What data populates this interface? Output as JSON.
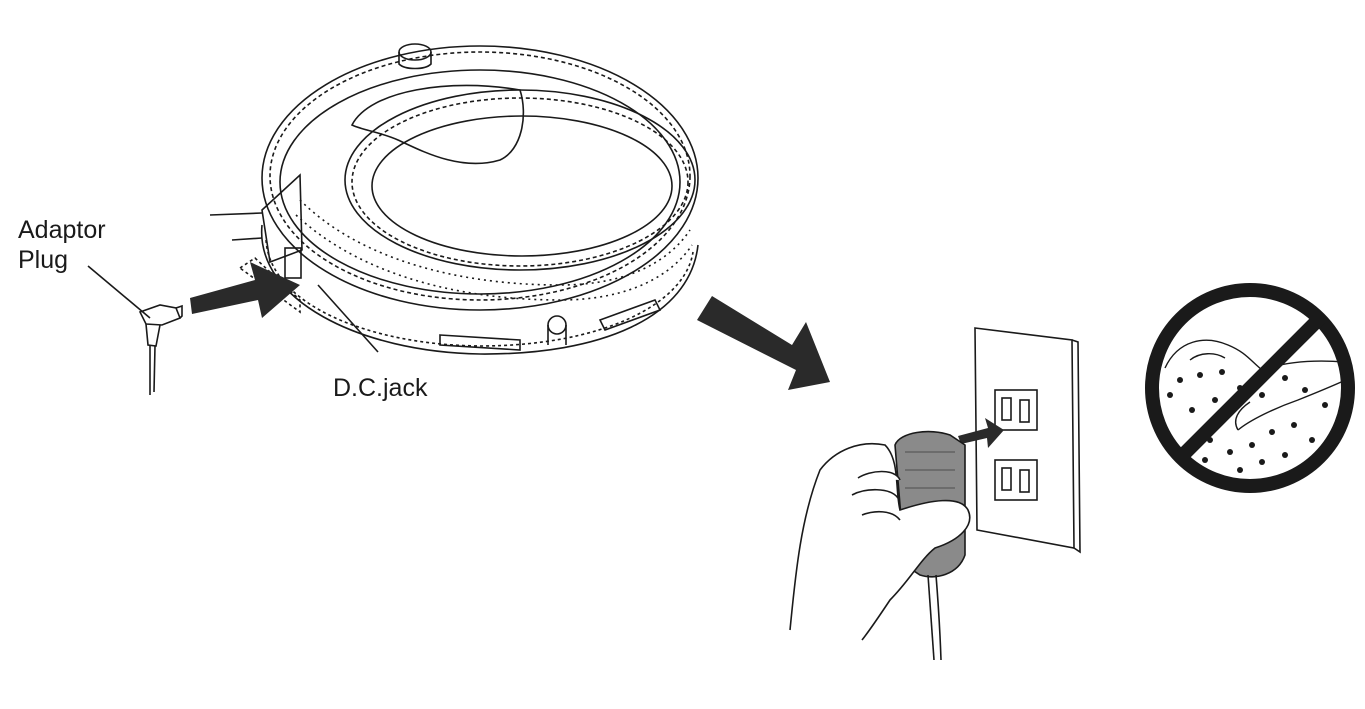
{
  "labels": {
    "adaptor_plug_line1": "Adaptor",
    "adaptor_plug_line2": "Plug",
    "dc_jack": "D.C.jack"
  },
  "colors": {
    "ink": "#1a1a1a",
    "arrow": "#2a2a2a",
    "adapter_fill": "#8a8a8a",
    "background": "#ffffff"
  },
  "icons": {
    "robot_vacuum": "robot-vacuum-icon",
    "adaptor_plug": "adaptor-plug-icon",
    "insert_arrow": "insert-arrow-icon",
    "step_arrow": "step-arrow-icon",
    "wall_outlet": "wall-outlet-icon",
    "hand_with_adapter": "hand-plugging-adapter-icon",
    "no_wet_hands": "no-wet-hands-icon"
  }
}
